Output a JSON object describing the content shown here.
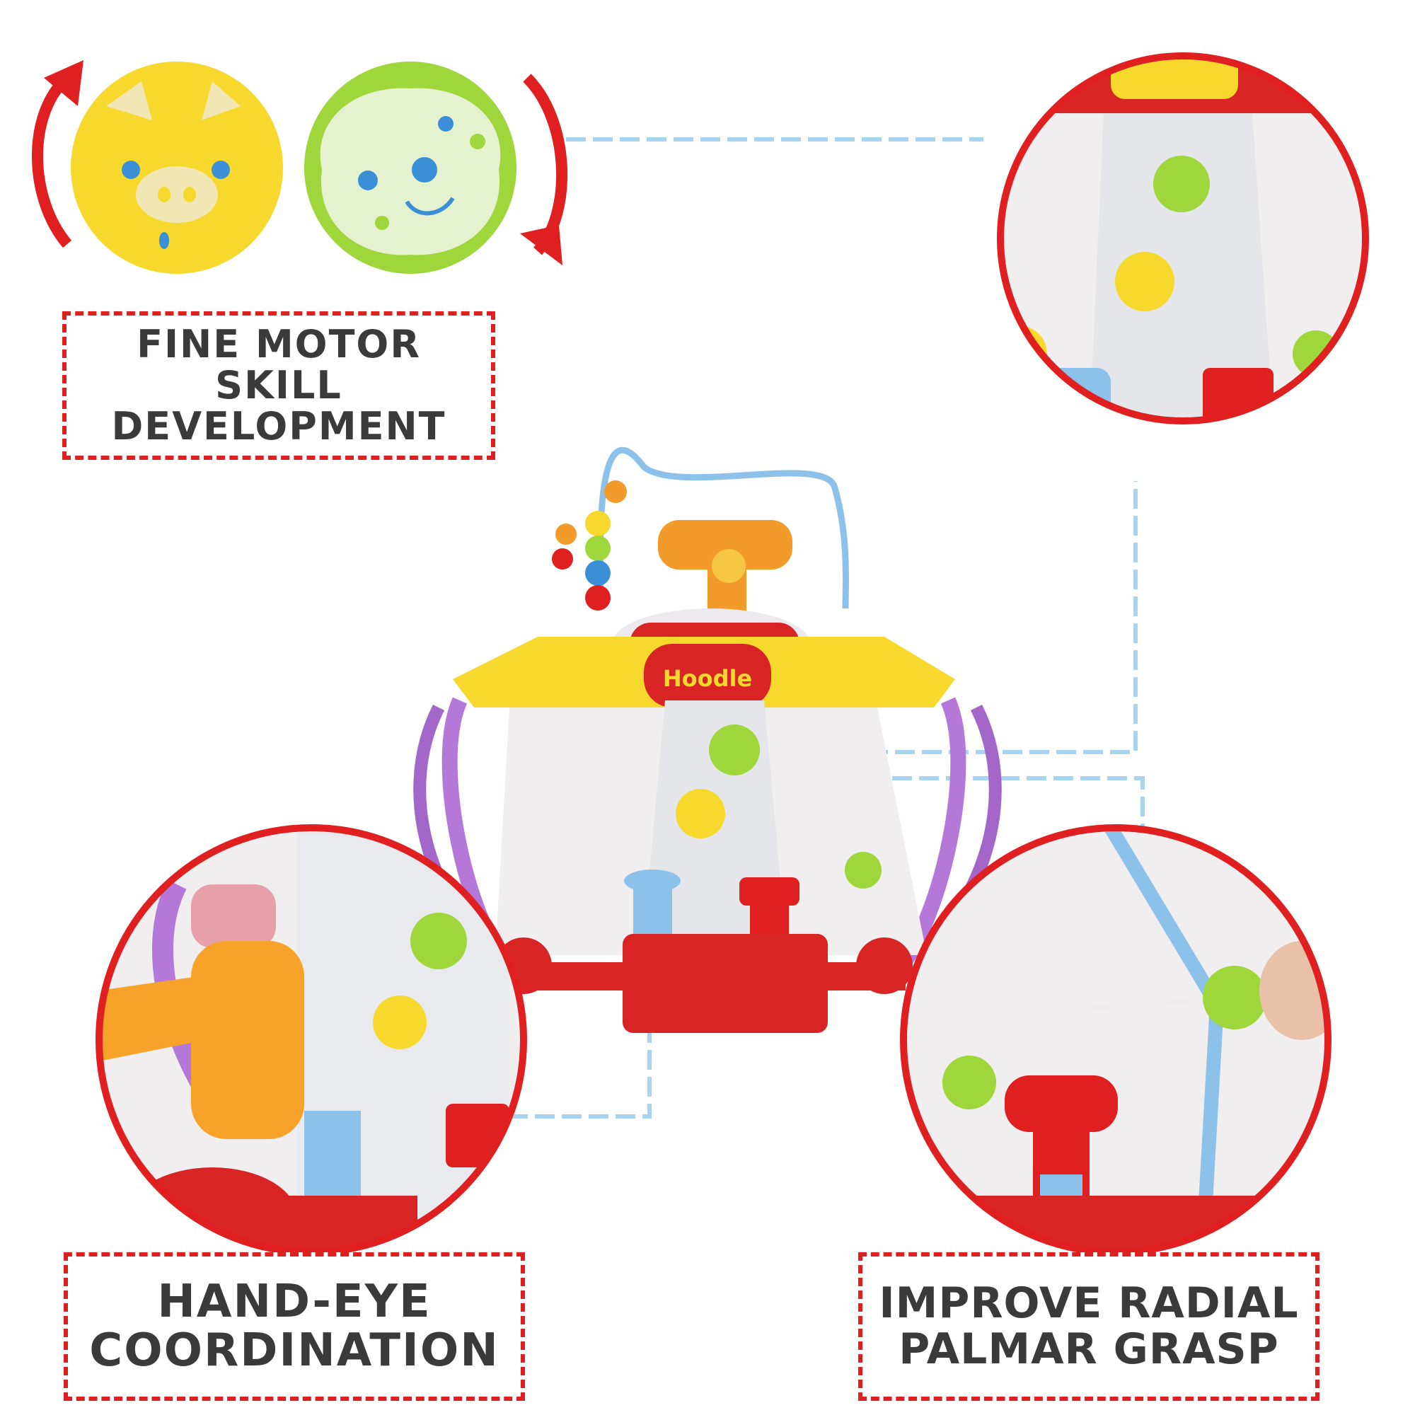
{
  "labels": {
    "fine_motor": [
      "FINE MOTOR",
      "SKILL",
      "DEVELOPMENT"
    ],
    "hand_eye": [
      "HAND-EYE",
      "COORDINATION"
    ],
    "radial": [
      "IMPROVE RADIAL",
      "PALMAR GRASP"
    ]
  },
  "brand": {
    "logo_text": "Hoodle"
  },
  "colors": {
    "accent_red": "#e02020",
    "label_text": "#3a3a3a",
    "connector_blue": "#a9d4f0",
    "pig_yellow": "#f7d92e",
    "dog_green": "#9ed63c"
  }
}
